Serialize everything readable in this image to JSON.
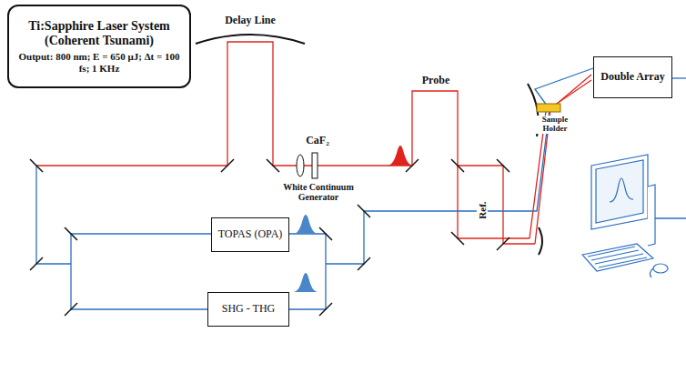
{
  "diagram": {
    "nodes": [
      {
        "text": [
          "Ti:Sapphire Laser System (Coherent Tsunami)",
          "Output: 800 nm; E = 650 μJ; Δt = 100 fs; 1 KHz"
        ]
      },
      {
        "text": [
          "TOPAS (OPA)"
        ]
      },
      {
        "text": [
          "SHG - THG"
        ]
      },
      {
        "text": [
          "Double Array"
        ]
      }
    ],
    "labels": [
      "Delay Line",
      "CaF₂",
      "White Continuum Generator",
      "Probe",
      "Ref.",
      "Sample Holder"
    ]
  }
}
